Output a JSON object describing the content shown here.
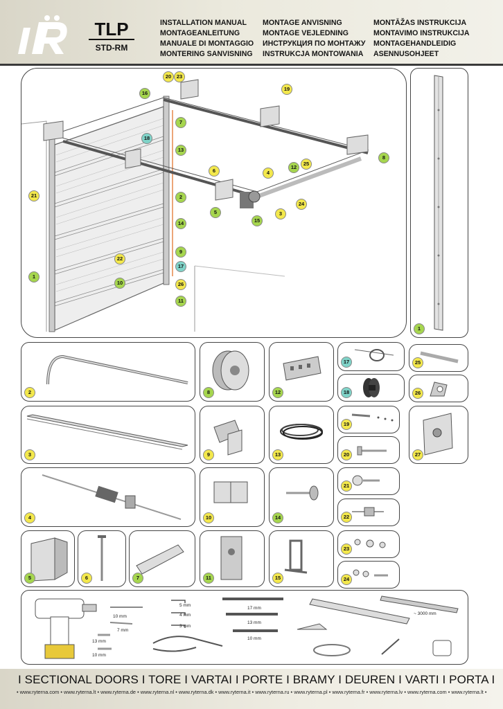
{
  "header": {
    "model": "TLP",
    "submodel": "STD-RM",
    "titles": [
      "INSTALLATION MANUAL",
      "MONTAGE ANVISNING",
      "MONTĀŽAS INSTRUKCIJA",
      "MONTAGEANLEITUNG",
      "MONTAGE VEJLEDNING",
      "MONTAVIMO INSTRUKCIJA",
      "MANUALE DI MONTAGGIO",
      "ИНСТРУКЦИЯ ПО МОНТАЖУ",
      "MONTAGEHANDLEIDIG",
      "MONTERING SANVISNING",
      "INSTRUKCJA MONTOWANIA",
      "ASENNUSOHJEET"
    ]
  },
  "diagram": {
    "callouts": [
      "20",
      "23",
      "19",
      "16",
      "18",
      "7",
      "13",
      "6",
      "2",
      "21",
      "8",
      "4",
      "12",
      "25",
      "24",
      "3",
      "5",
      "15",
      "14",
      "9",
      "17",
      "22",
      "10",
      "26",
      "1",
      "11"
    ]
  },
  "parts": {
    "box_rail": "1",
    "p2": "2",
    "p8": "8",
    "p12": "12",
    "p17": "17",
    "p18": "18",
    "p25": "25",
    "p26": "26",
    "p3": "3",
    "p9": "9",
    "p13": "13",
    "p19": "19",
    "p20": "20",
    "p27": "27",
    "p4": "4",
    "p10": "10",
    "p14": "14",
    "p21": "21",
    "p22": "22",
    "p5": "5",
    "p6": "6",
    "p7": "7",
    "p11": "11",
    "p15": "15",
    "p23": "23",
    "p24": "24"
  },
  "tools": {
    "drill_10": "10 mm",
    "drill_7": "7 mm",
    "bit_13": "13 mm",
    "bit_10": "10 mm",
    "hex_5": "5 mm",
    "hex_4": "4 mm",
    "hex_3": "3 mm",
    "wrench_17": "17 mm",
    "wrench_13": "13 mm",
    "wrench_10": "10 mm",
    "rail_length": "~ 3000 mm"
  },
  "footer": {
    "categories": "I SECTIONAL DOORS I TORE I VARTAI I PORTE I BRAMY I DEUREN I VARTI I PORTA I",
    "websites": "• www.ryterna.com • www.ryterna.lt • www.ryterna.de • www.ryterna.nl • www.ryterna.dk • www.ryterna.it • www.ryterna.ru • www.ryterna.pl • www.ryterna.fr • www.ryterna.lv • www.ryterna.com • www.ryterna.lt •"
  },
  "colors": {
    "green": "#a6d64e",
    "yellow": "#f3e84c",
    "cyan": "#7fd3c8"
  }
}
